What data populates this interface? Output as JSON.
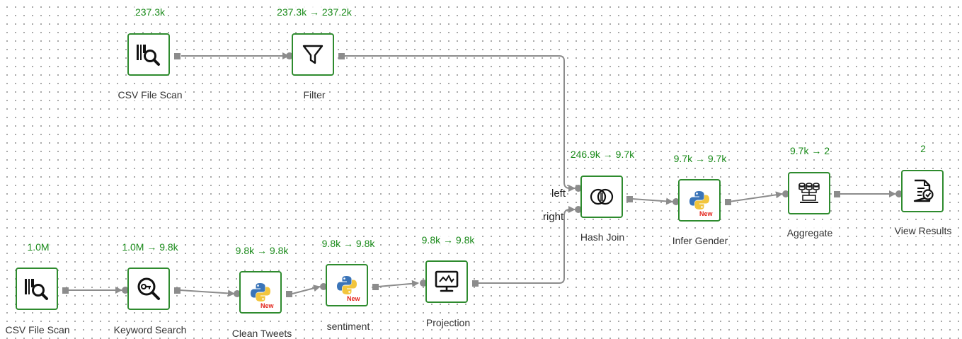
{
  "nodes": {
    "csv_scan_top": {
      "name": "CSV File Scan",
      "count": "237.3k",
      "icon": "barcode-search-icon"
    },
    "filter": {
      "name": "Filter",
      "count": "237.3k → 237.2k",
      "icon": "funnel-icon"
    },
    "csv_scan_bottom": {
      "name": "CSV File Scan",
      "count": "1.0M",
      "icon": "barcode-search-icon"
    },
    "keyword_search": {
      "name": "Keyword Search",
      "count": "1.0M → 9.8k",
      "icon": "key-search-icon"
    },
    "clean_tweets": {
      "name": "Clean Tweets",
      "count": "9.8k → 9.8k",
      "icon": "python-icon",
      "badge": "New"
    },
    "sentiment": {
      "name": "sentiment",
      "count": "9.8k → 9.8k",
      "icon": "python-icon",
      "badge": "New"
    },
    "projection": {
      "name": "Projection",
      "count": "9.8k → 9.8k",
      "icon": "monitor-chart-icon"
    },
    "hash_join": {
      "name": "Hash Join",
      "count": "246.9k → 9.7k",
      "icon": "join-circles-icon",
      "ports": {
        "left": "left",
        "right": "right"
      }
    },
    "infer_gender": {
      "name": "Infer Gender",
      "count": "9.7k → 9.7k",
      "icon": "python-icon",
      "badge": "New"
    },
    "aggregate": {
      "name": "Aggregate",
      "count": "9.7k → 2",
      "icon": "aggregate-icon"
    },
    "view_results": {
      "name": "View Results",
      "count": "2",
      "icon": "document-check-icon"
    }
  },
  "colors": {
    "border": "#2e8b2e",
    "count_text": "#1a8a1a",
    "edge": "#8c8c8c",
    "badge": "#e2231a"
  }
}
